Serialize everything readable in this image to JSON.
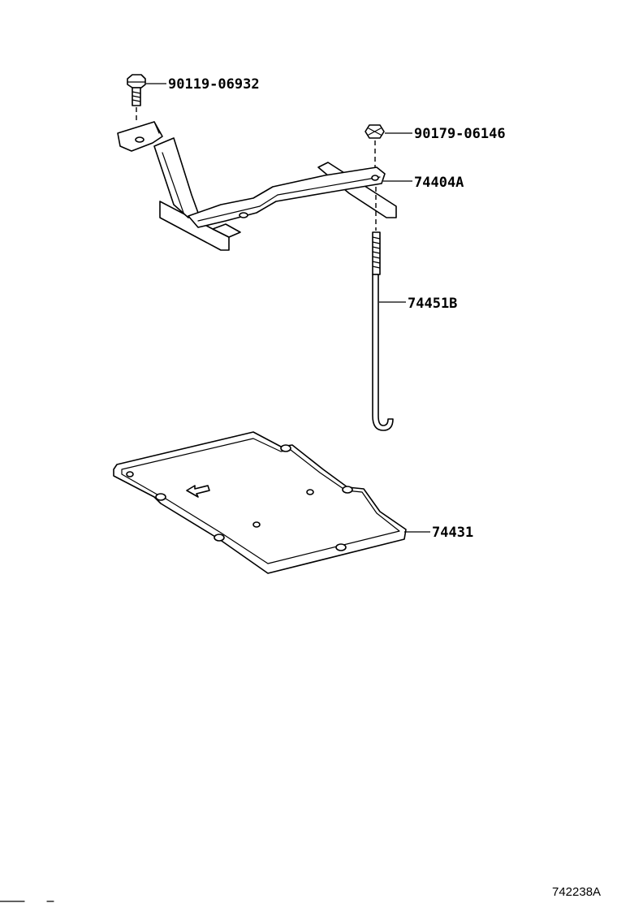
{
  "parts": [
    {
      "number": "90119-06932",
      "name": "bolt-icon"
    },
    {
      "number": "90179-06146",
      "name": "nut-icon"
    },
    {
      "number": "74404A",
      "name": "battery-clamp-icon"
    },
    {
      "number": "74451B",
      "name": "clamp-rod-icon"
    },
    {
      "number": "74431",
      "name": "battery-tray-icon"
    }
  ],
  "figure_id": "742238A"
}
